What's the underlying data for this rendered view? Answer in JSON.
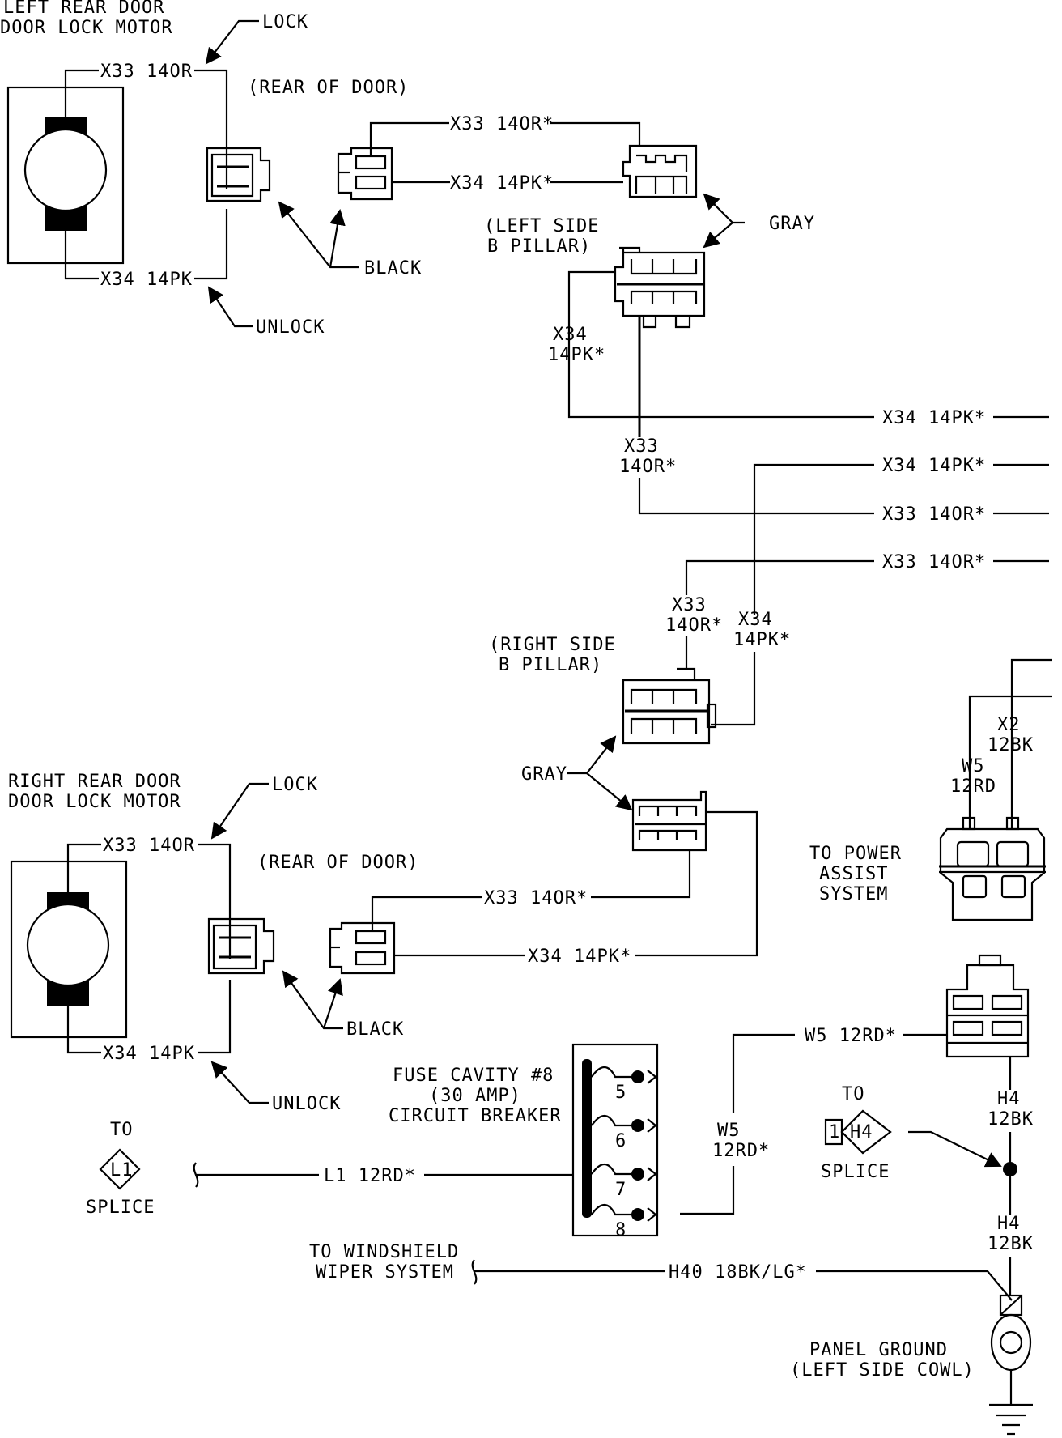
{
  "left_motor": {
    "title1": "LEFT REAR DOOR",
    "title2": "DOOR LOCK MOTOR",
    "lock": "LOCK",
    "unlock": "UNLOCK",
    "wire_top": "X33 14OR",
    "wire_bot": "X34 14PK",
    "rear_of_door": "(REAR OF DOOR)",
    "black": "BLACK",
    "to_conn_top": "X33 14OR*",
    "to_conn_bot": "X34 14PK*"
  },
  "gray_top": "GRAY",
  "left_pillar": {
    "line1": "(LEFT SIDE",
    "line2": "B PILLAR)",
    "x34a": "X34",
    "x34b": "14PK*",
    "x33a": "X33",
    "x33b": "14OR*"
  },
  "trunk": {
    "w1": "X34 14PK*",
    "w2": "X34 14PK*",
    "w3": "X33 14OR*",
    "w4": "X33 14OR*"
  },
  "right_pillar": {
    "line1": "(RIGHT SIDE",
    "line2": "B PILLAR)",
    "x33a": "X33",
    "x33b": "14OR*",
    "x34a": "X34",
    "x34b": "14PK*"
  },
  "gray_bottom": "GRAY",
  "right_motor": {
    "title1": "RIGHT REAR DOOR",
    "title2": "DOOR LOCK MOTOR",
    "lock": "LOCK",
    "unlock": "UNLOCK",
    "wire_top": "X33 14OR",
    "wire_bot": "X34 14PK",
    "rear_of_door": "(REAR OF DOOR)",
    "black": "BLACK",
    "to_conn_top": "X33 14OR*",
    "to_conn_bot": "X34 14PK*"
  },
  "power_assist": {
    "x2a": "X2",
    "x2b": "12BK",
    "w5a": "W5",
    "w5b": "12RD",
    "line1": "TO POWER",
    "line2": "ASSIST",
    "line3": "SYSTEM"
  },
  "fuse": {
    "line1": "FUSE CAVITY #8",
    "line2": "(30 AMP)",
    "line3": "CIRCUIT BREAKER",
    "pins": [
      "5",
      "6",
      "7",
      "8"
    ]
  },
  "w5_wire": "W5 12RD*",
  "w5_vert_a": "W5",
  "w5_vert_b": "12RD*",
  "splice_l1": {
    "to": "TO",
    "id": "L1",
    "splice": "SPLICE",
    "wire": "L1 12RD*"
  },
  "splice_h4": {
    "to": "TO",
    "num": "1",
    "id": "H4",
    "splice": "SPLICE"
  },
  "h4_top_a": "H4",
  "h4_top_b": "12BK",
  "h4_bot_a": "H4",
  "h4_bot_b": "12BK",
  "wiper": {
    "line1": "TO WINDSHIELD",
    "line2": "WIPER SYSTEM",
    "wire": "H40 18BK/LG*"
  },
  "ground": {
    "line1": "PANEL GROUND",
    "line2": "(LEFT SIDE COWL)"
  }
}
